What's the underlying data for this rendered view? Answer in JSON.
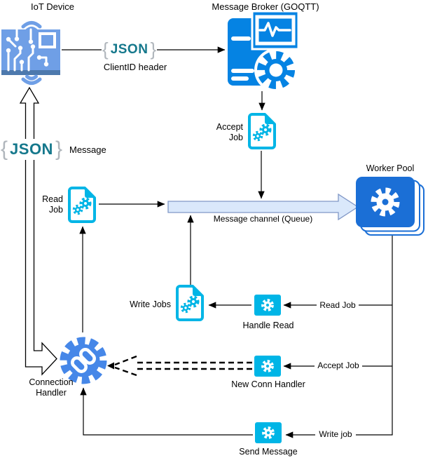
{
  "labels": {
    "iot_device": "IoT Device",
    "message_broker": "Message Broker (GOQTT)",
    "worker_pool": "Worker Pool",
    "accept_job": "Accept\nJob",
    "read_job": "Read\nJob",
    "write_jobs": "Write Jobs",
    "handle_read": "Handle Read",
    "new_conn_handler": "New Conn Handler",
    "send_message": "Send Message",
    "connection_handler": "Connection\nHandler",
    "message_channel": "Message channel (Queue)",
    "json_top": {
      "open": "{",
      "word": "JSON",
      "close": "}",
      "caption": "ClientID header"
    },
    "json_left": {
      "open": "{",
      "word": "JSON",
      "close": "}",
      "caption": "Message"
    },
    "edges": {
      "read_job": "Read Job",
      "accept_job": "Accept Job",
      "write_job": "Write job"
    }
  },
  "colors": {
    "iot_blue": "#6f9fe6",
    "iot_blue_dark": "#4d79ad",
    "broker_blue": "#0583e3",
    "worker_blue": "#1b6fd6",
    "cyan": "#00b5e6",
    "handler_blue": "#4687e8",
    "channel_fill": "#dae8fb",
    "channel_stroke": "#8097c6",
    "json_teal": "#15788c",
    "brace_gray": "#b0b6bc"
  },
  "icons": {
    "iot_chip": "circuit-board-with-wifi-waves",
    "message_broker": "server-with-monitor-and-gear",
    "job_document": "document-with-gears",
    "worker_pool": "stacked-cards-with-gear",
    "task_square": "square-with-gear",
    "connection_handler": "gear-with-chain-link"
  }
}
